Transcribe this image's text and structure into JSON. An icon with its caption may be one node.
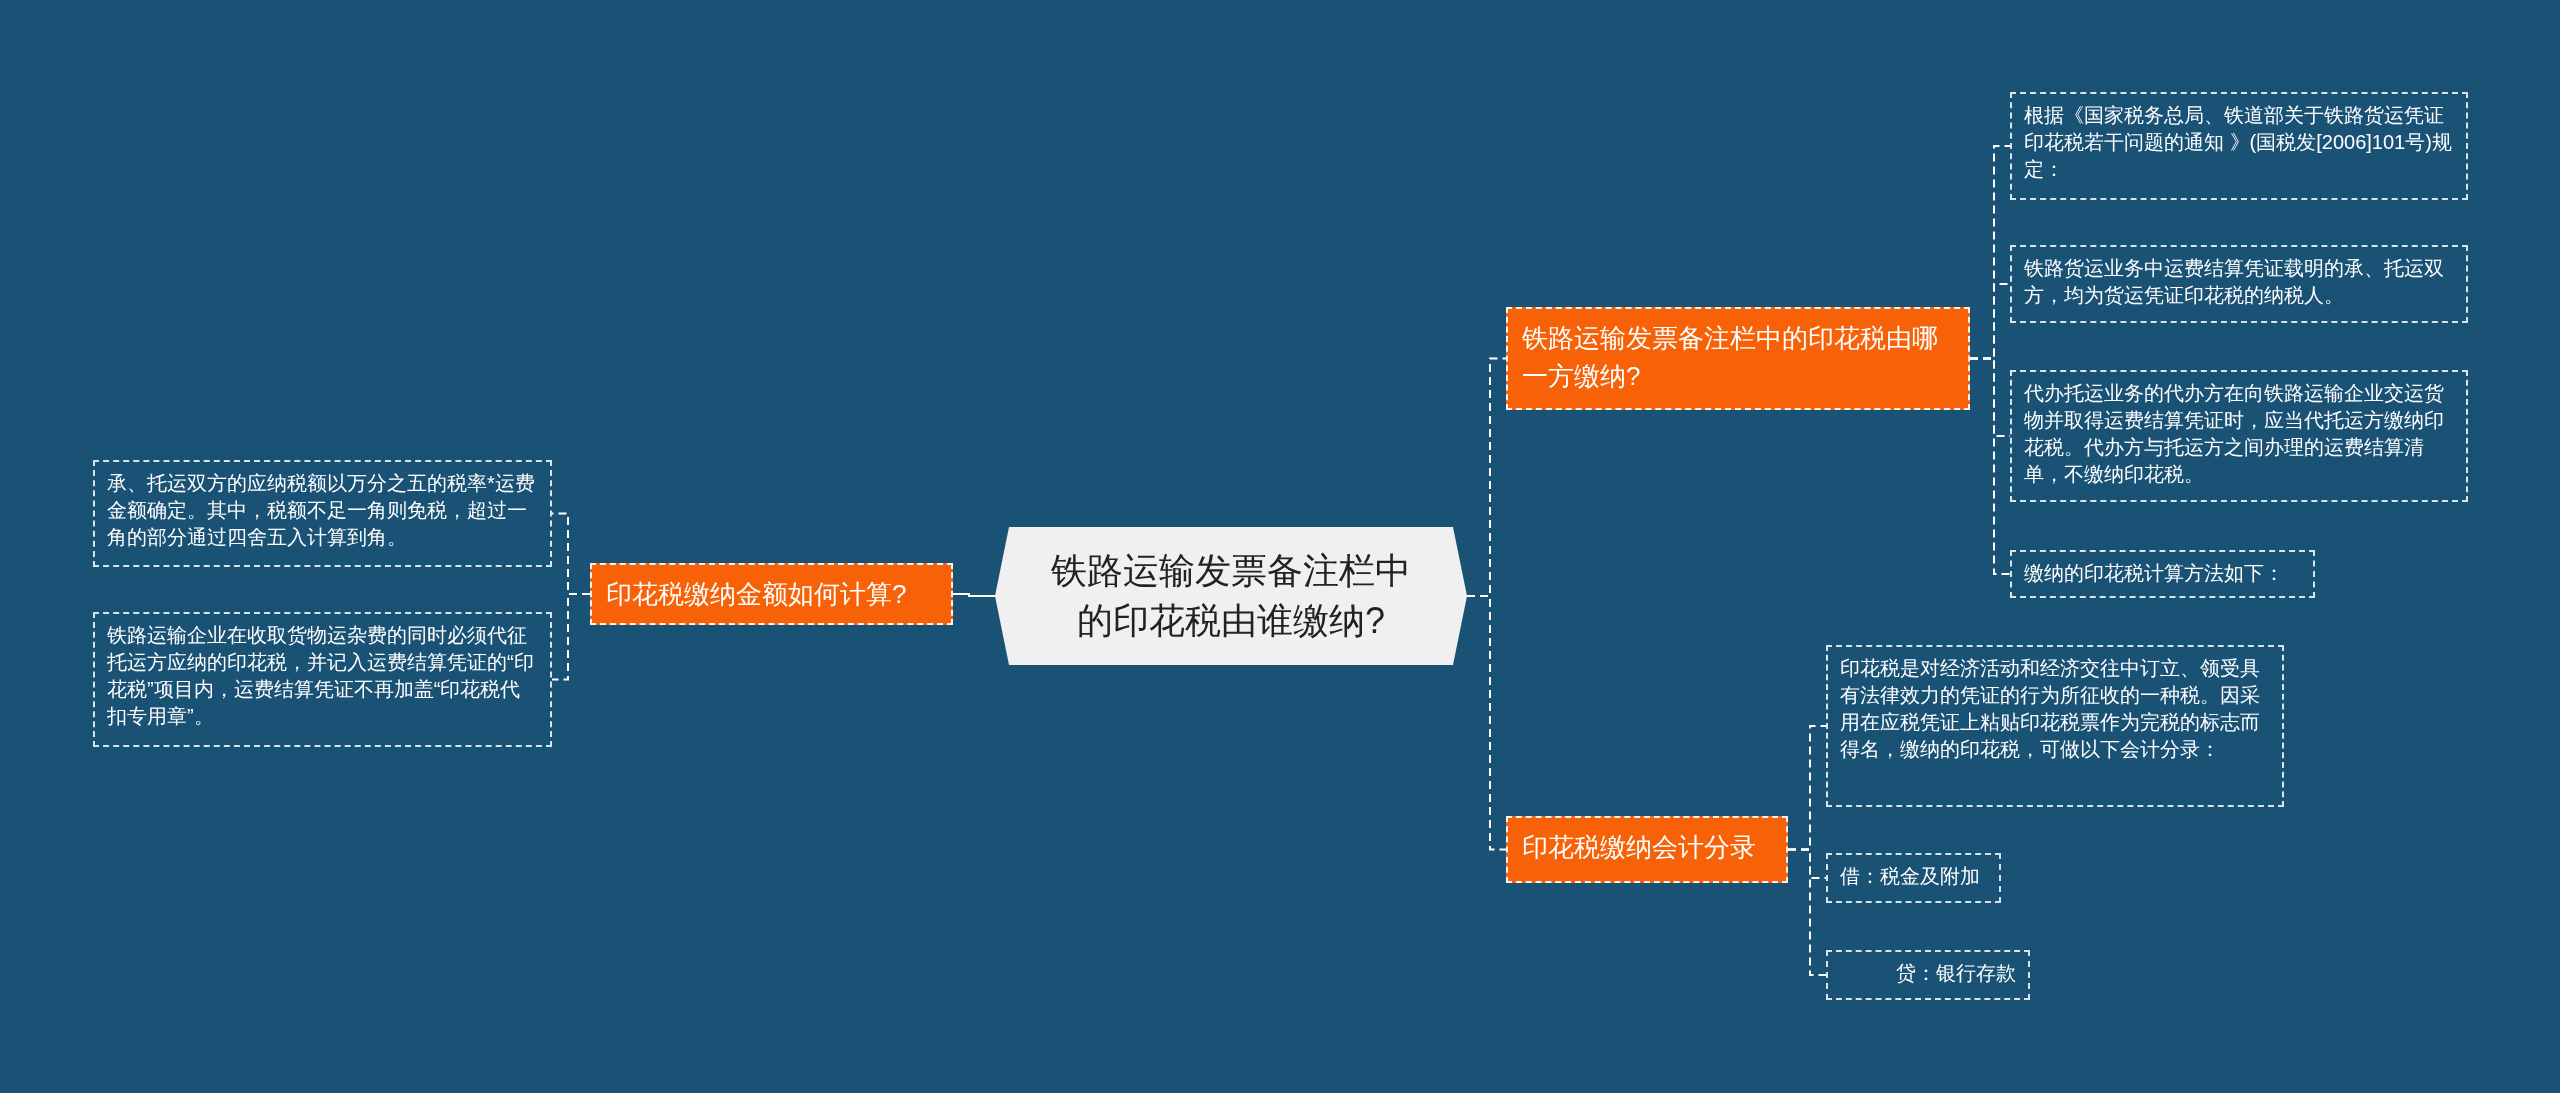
{
  "diagram": {
    "nodes": [
      {
        "text": [
          "铁路运输发票备注栏中的印花税由谁缴纳?"
        ]
      },
      {
        "text": [
          "印花税缴纳金额如何计算?"
        ]
      },
      {
        "text": [
          "承、托运双方的应纳税额以万分之五的税率*运费金额确定。其中，税额不足一角则免税，超过一角的部分通过四舍五入计算到角。"
        ]
      },
      {
        "text": [
          "铁路运输企业在收取货物运杂费的同时必须代征托运方应纳的印花税，并记入运费结算凭证的“印花税”项目内，运费结算凭证不再加盖“印花税代扣专用章”。"
        ]
      },
      {
        "text": [
          "铁路运输发票备注栏中的印花税由哪一方缴纳?"
        ]
      },
      {
        "text": [
          "根据《国家税务总局、铁道部关于铁路货运凭证印花税若干问题的通知 》(国税发[2006]101号)规定："
        ]
      },
      {
        "text": [
          "铁路货运业务中运费结算凭证载明的承、托运双方，均为货运凭证印花税的纳税人。"
        ]
      },
      {
        "text": [
          "代办托运业务的代办方在向铁路运输企业交运货物并取得运费结算凭证时，应当代托运方缴纳印花税。代办方与托运方之间办理的运费结算清单，不缴纳印花税。"
        ]
      },
      {
        "text": [
          "缴纳的印花税计算方法如下："
        ]
      },
      {
        "text": [
          "印花税缴纳会计分录"
        ]
      },
      {
        "text": [
          "印花税是对经济活动和经济交往中订立、领受具有法律效力的凭证的行为所征收的一种税。因采用在应税凭证上粘贴印花税票作为完税的标志而得名，缴纳的印花税，可做以下会计分录："
        ]
      },
      {
        "text": [
          "借：税金及附加"
        ]
      },
      {
        "text": [
          "贷：银行存款"
        ]
      }
    ],
    "edges": [
      {
        "from": 0,
        "to": 1,
        "arrow": "none"
      },
      {
        "from": 1,
        "to": 2,
        "arrow": "none",
        "style": "dashed"
      },
      {
        "from": 1,
        "to": 3,
        "arrow": "none",
        "style": "dashed"
      },
      {
        "from": 0,
        "to": 4,
        "arrow": "none",
        "style": "dashed"
      },
      {
        "from": 4,
        "to": 5,
        "arrow": "none",
        "style": "dashed"
      },
      {
        "from": 4,
        "to": 6,
        "arrow": "none",
        "style": "dashed"
      },
      {
        "from": 4,
        "to": 7,
        "arrow": "none",
        "style": "dashed"
      },
      {
        "from": 4,
        "to": 8,
        "arrow": "none",
        "style": "dashed"
      },
      {
        "from": 0,
        "to": 9,
        "arrow": "none",
        "style": "dashed"
      },
      {
        "from": 9,
        "to": 10,
        "arrow": "none",
        "style": "dashed"
      },
      {
        "from": 9,
        "to": 11,
        "arrow": "none",
        "style": "dashed"
      },
      {
        "from": 9,
        "to": 12,
        "arrow": "none",
        "style": "dashed"
      }
    ]
  }
}
